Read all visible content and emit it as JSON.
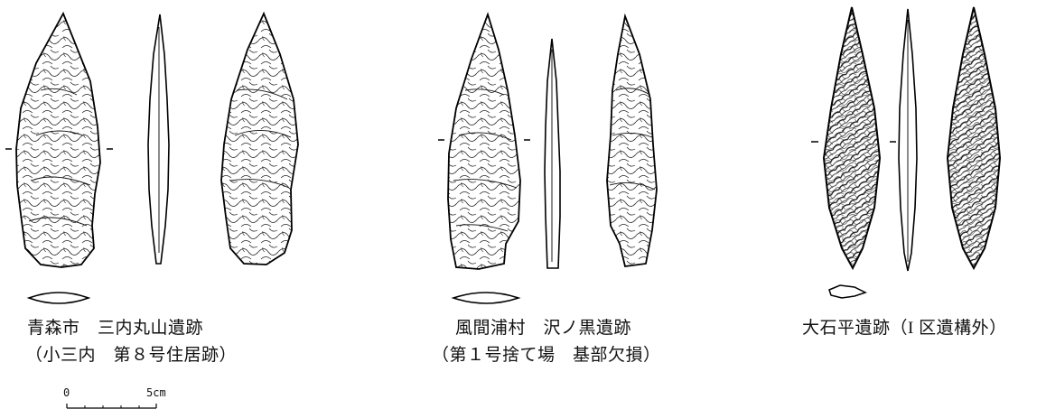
{
  "artifacts": [
    {
      "caption_line1": "青森市　三内丸山遺跡",
      "caption_line2": "（小三内　第８号住居跡）"
    },
    {
      "caption_line1": "風間浦村　沢ノ黒遺跡",
      "caption_line2": "（第１号捨て場　基部欠損）"
    },
    {
      "caption_line1": "大石平遺跡（I 区遺構外）"
    }
  ],
  "scale_bar": {
    "start_label": "0",
    "end_label": "5cm"
  }
}
